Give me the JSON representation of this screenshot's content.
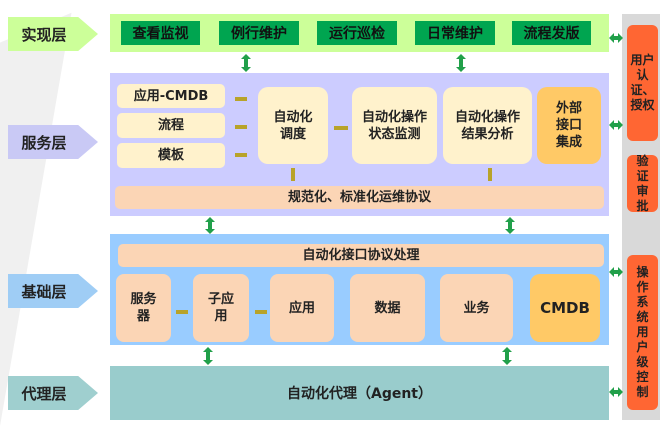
{
  "layers": {
    "presentation": "实现层",
    "service": "服务层",
    "foundation": "基础层",
    "agent": "代理层"
  },
  "presentation_items": [
    "查看监视",
    "例行维护",
    "运行巡检",
    "日常维护",
    "流程发版"
  ],
  "service": {
    "left_items": [
      "应用-CMDB",
      "流程",
      "模板"
    ],
    "scheduler": "自动化调度",
    "state_monitor": "自动化操作状态监测",
    "result_analysis": "自动化操作结果分析",
    "external": "外部接口集成",
    "protocol_bar": "规范化、标准化运维协议"
  },
  "foundation": {
    "protocol_bar": "自动化接口协议处理",
    "items": [
      "服务器",
      "子应用",
      "应用",
      "数据",
      "业务",
      "CMDB"
    ]
  },
  "agent_label": "自动化代理（Agent）",
  "side": [
    "用户认证、授权",
    "验证审批",
    "操作系统用户级控制"
  ],
  "colors": {
    "green_btn": "#00a550",
    "orange": "#ff6633",
    "accent_yellow": "#ffc966"
  }
}
